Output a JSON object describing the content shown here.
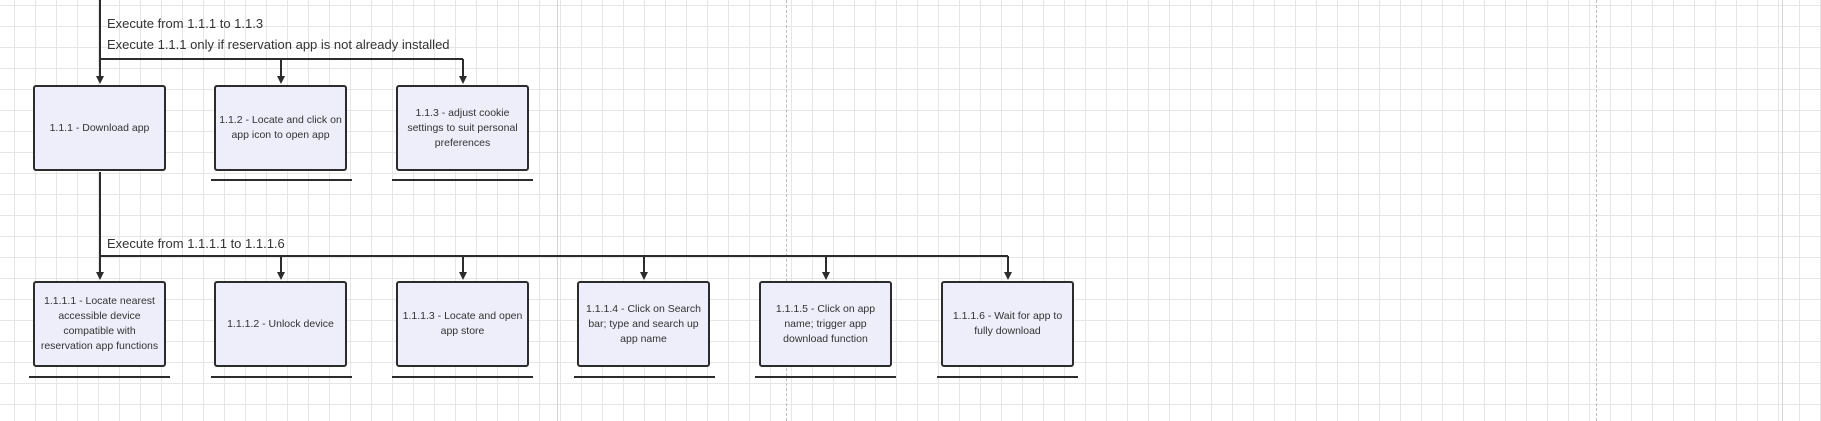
{
  "captions": {
    "top_line1": "Execute from 1.1.1 to 1.1.3",
    "top_line2": "Execute 1.1.1 only if reservation app is not already installed",
    "sub": "Execute from 1.1.1.1 to 1.1.1.6"
  },
  "top_nodes": [
    {
      "label": "1.1.1 - Download app"
    },
    {
      "label": "1.1.2 - Locate and click on app icon to open app"
    },
    {
      "label": "1.1.3 - adjust cookie settings to suit personal preferences"
    }
  ],
  "sub_nodes": [
    {
      "label": "1.1.1.1 - Locate nearest accessible device compatible with reservation app functions"
    },
    {
      "label": "1.1.1.2 - Unlock device"
    },
    {
      "label": "1.1.1.3 - Locate and open app store"
    },
    {
      "label": "1.1.1.4 - Click on Search bar; type and search up app name"
    },
    {
      "label": "1.1.1.5 - Click on app name; trigger app download function"
    },
    {
      "label": "1.1.1.6 - Wait for app to fully download"
    }
  ],
  "colors": {
    "node_fill": "#eeeefb",
    "stroke": "#2c2c2c",
    "grid": "#e6e6e6"
  }
}
